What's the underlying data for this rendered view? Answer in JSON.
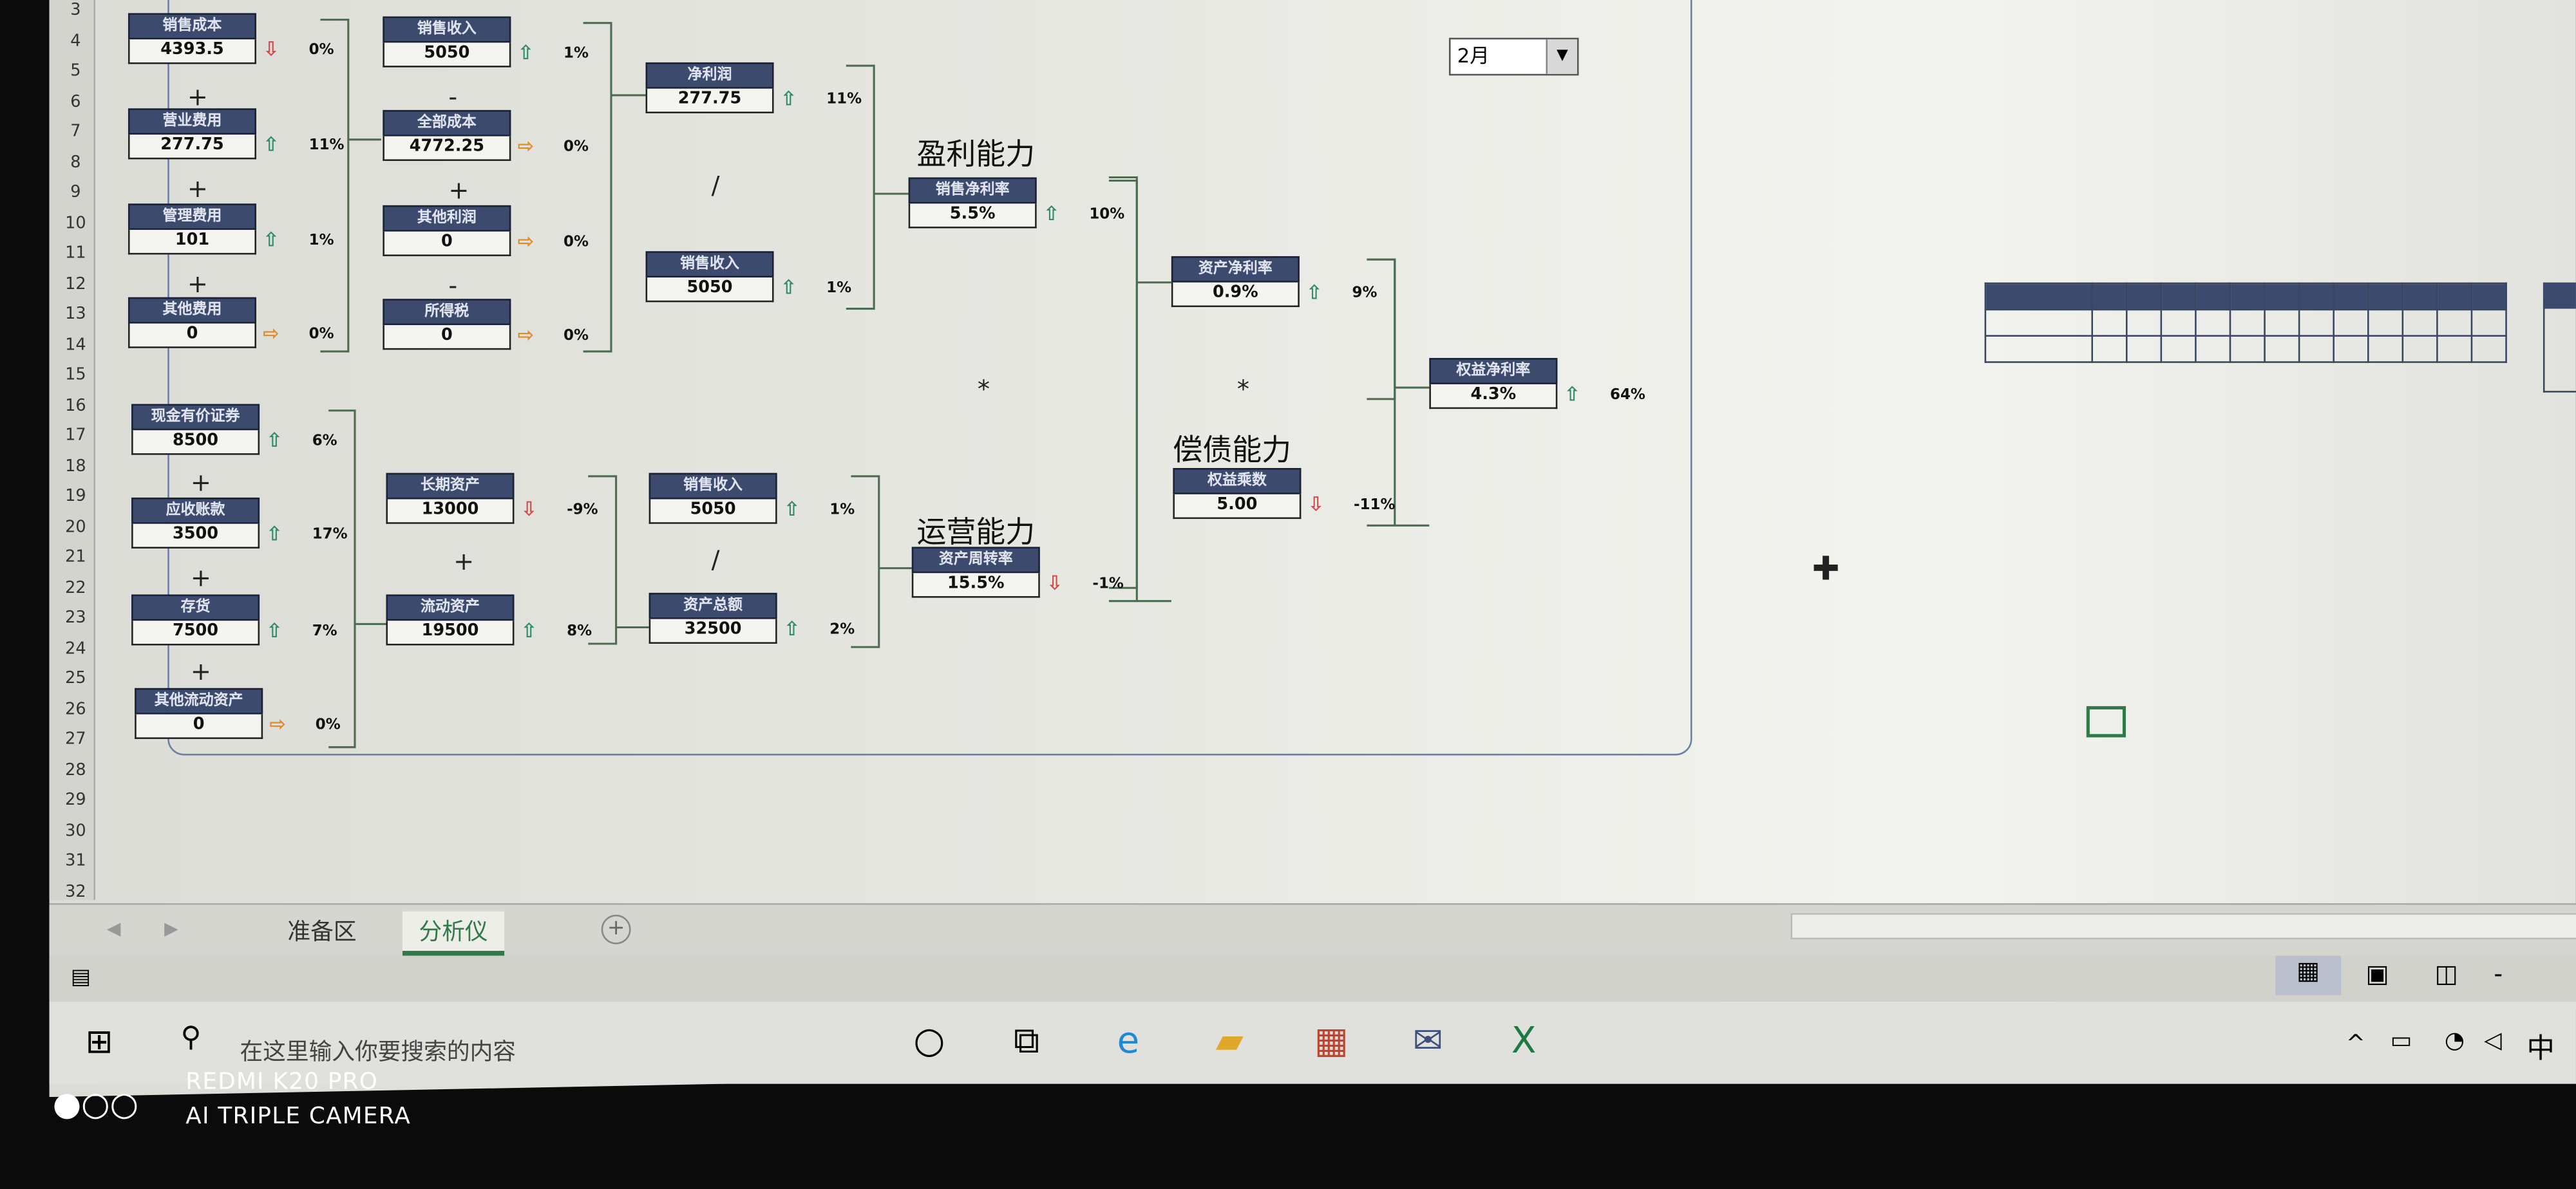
{
  "rows": [
    "3",
    "4",
    "5",
    "6",
    "7",
    "8",
    "9",
    "10",
    "11",
    "12",
    "13",
    "14",
    "15",
    "16",
    "17",
    "18",
    "19",
    "20",
    "21",
    "22",
    "23",
    "24",
    "25",
    "26",
    "27",
    "28",
    "29",
    "30",
    "31",
    "32"
  ],
  "month_select": {
    "value": "2月"
  },
  "sections": {
    "profit": "盈利能力",
    "operating": "运营能力",
    "solvency": "偿债能力"
  },
  "operators": {
    "plus": "+",
    "minus": "-",
    "divide": "/",
    "multiply": "*"
  },
  "boxes": {
    "sales_cost": {
      "label": "销售成本",
      "value": "4393.5",
      "trend": "down",
      "pct": "0%"
    },
    "operating_expense": {
      "label": "营业费用",
      "value": "277.75",
      "trend": "up",
      "pct": "11%"
    },
    "admin_expense": {
      "label": "管理费用",
      "value": "101",
      "trend": "up",
      "pct": "1%"
    },
    "other_expense": {
      "label": "其他费用",
      "value": "0",
      "trend": "flat",
      "pct": "0%"
    },
    "sales_revenue_1": {
      "label": "销售收入",
      "value": "5050",
      "trend": "up",
      "pct": "1%"
    },
    "total_cost": {
      "label": "全部成本",
      "value": "4772.25",
      "trend": "flat",
      "pct": "0%"
    },
    "other_profit": {
      "label": "其他利润",
      "value": "0",
      "trend": "flat",
      "pct": "0%"
    },
    "income_tax": {
      "label": "所得税",
      "value": "0",
      "trend": "flat",
      "pct": "0%"
    },
    "net_profit": {
      "label": "净利润",
      "value": "277.75",
      "trend": "up",
      "pct": "11%"
    },
    "sales_revenue_2": {
      "label": "销售收入",
      "value": "5050",
      "trend": "up",
      "pct": "1%"
    },
    "net_profit_margin": {
      "label": "销售净利率",
      "value": "5.5%",
      "trend": "up",
      "pct": "10%"
    },
    "cash_securities": {
      "label": "现金有价证券",
      "value": "8500",
      "trend": "up",
      "pct": "6%"
    },
    "receivables": {
      "label": "应收账款",
      "value": "3500",
      "trend": "up",
      "pct": "17%"
    },
    "inventory": {
      "label": "存货",
      "value": "7500",
      "trend": "up",
      "pct": "7%"
    },
    "other_current_assets": {
      "label": "其他流动资产",
      "value": "0",
      "trend": "flat",
      "pct": "0%"
    },
    "long_term_assets": {
      "label": "长期资产",
      "value": "13000",
      "trend": "down",
      "pct": "-9%"
    },
    "current_assets": {
      "label": "流动资产",
      "value": "19500",
      "trend": "up",
      "pct": "8%"
    },
    "sales_revenue_3": {
      "label": "销售收入",
      "value": "5050",
      "trend": "up",
      "pct": "1%"
    },
    "total_assets": {
      "label": "资产总额",
      "value": "32500",
      "trend": "up",
      "pct": "2%"
    },
    "asset_turnover": {
      "label": "资产周转率",
      "value": "15.5%",
      "trend": "down",
      "pct": "-1%"
    },
    "roa": {
      "label": "资产净利率",
      "value": "0.9%",
      "trend": "up",
      "pct": "9%"
    },
    "equity_multiplier": {
      "label": "权益乘数",
      "value": "5.00",
      "trend": "down",
      "pct": "-11%"
    },
    "roe": {
      "label": "权益净利率",
      "value": "4.3%",
      "trend": "up",
      "pct": "64%"
    }
  },
  "trend_colors": {
    "up": "#2e8b6e",
    "down": "#d24a4a",
    "flat": "#e08a2a"
  },
  "sheet_tabs": [
    {
      "label": "准备区"
    },
    {
      "label": "分析仪",
      "active": true
    }
  ],
  "taskbar": {
    "search_placeholder": "在这里输入你要搜索的内容",
    "ime": "中"
  },
  "watermark": {
    "line1": "REDMI K20 PRO",
    "line2": "AI TRIPLE CAMERA"
  }
}
